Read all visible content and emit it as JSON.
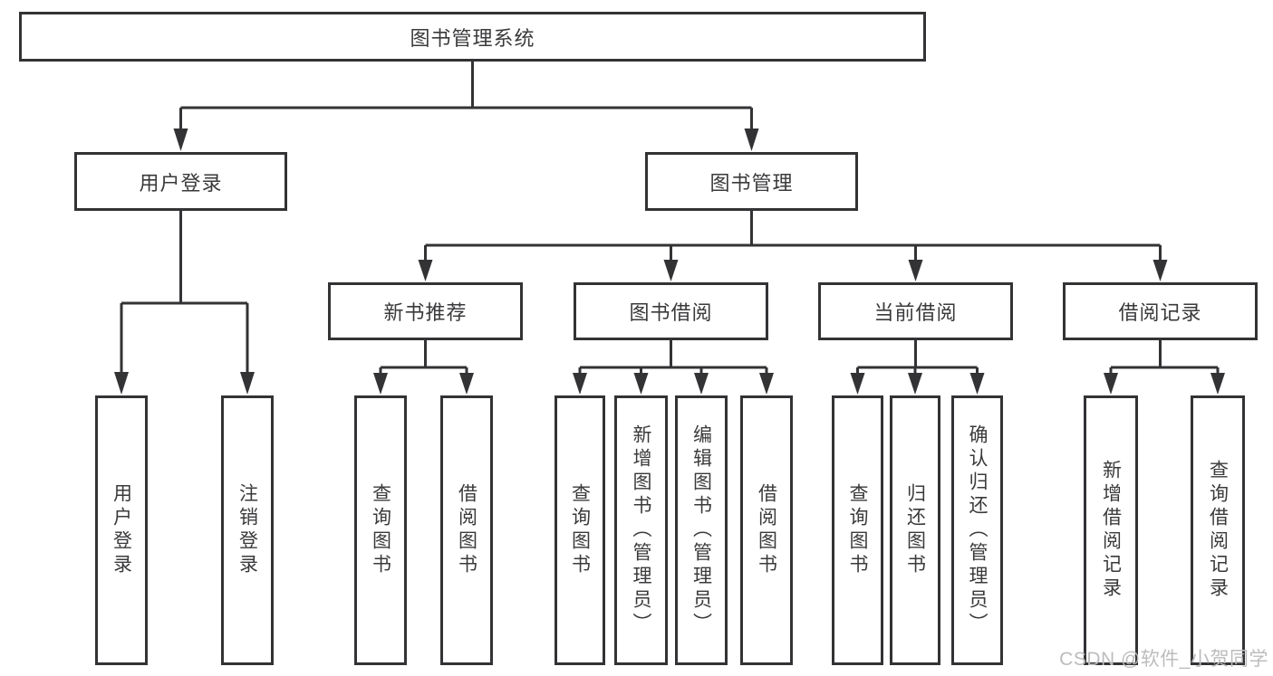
{
  "diagram": {
    "nodes": {
      "root": {
        "label": "图书管理系统"
      },
      "user_login": {
        "label": "用户登录"
      },
      "book_mgmt": {
        "label": "图书管理"
      },
      "new_book_rec": {
        "label": "新书推荐"
      },
      "book_borrow": {
        "label": "图书借阅"
      },
      "current_borrow": {
        "label": "当前借阅"
      },
      "borrow_records": {
        "label": "借阅记录"
      },
      "leaf_user_login": {
        "label": "用户登录"
      },
      "leaf_logout": {
        "label": "注销登录"
      },
      "rec_query_books": {
        "label": "查询图书"
      },
      "rec_borrow_books": {
        "label": "借阅图书"
      },
      "bb_query_books": {
        "label": "查询图书"
      },
      "bb_add_books": {
        "label": "新增图书（管理员）"
      },
      "bb_edit_books": {
        "label": "编辑图书（管理员）"
      },
      "bb_borrow_books": {
        "label": "借阅图书"
      },
      "cb_query_books": {
        "label": "查询图书"
      },
      "cb_return_books": {
        "label": "归还图书"
      },
      "cb_confirm_return": {
        "label": "确认归还（管理员）"
      },
      "br_add_record": {
        "label": "新增借阅记录"
      },
      "br_query_record": {
        "label": "查询借阅记录"
      }
    },
    "watermark": {
      "text": "CSDN @软件_小贺同学"
    },
    "colors": {
      "line": "#333336",
      "text": "#3a3a3c",
      "watermark_text": "#bcbcbe",
      "background": "#ffffff"
    }
  }
}
